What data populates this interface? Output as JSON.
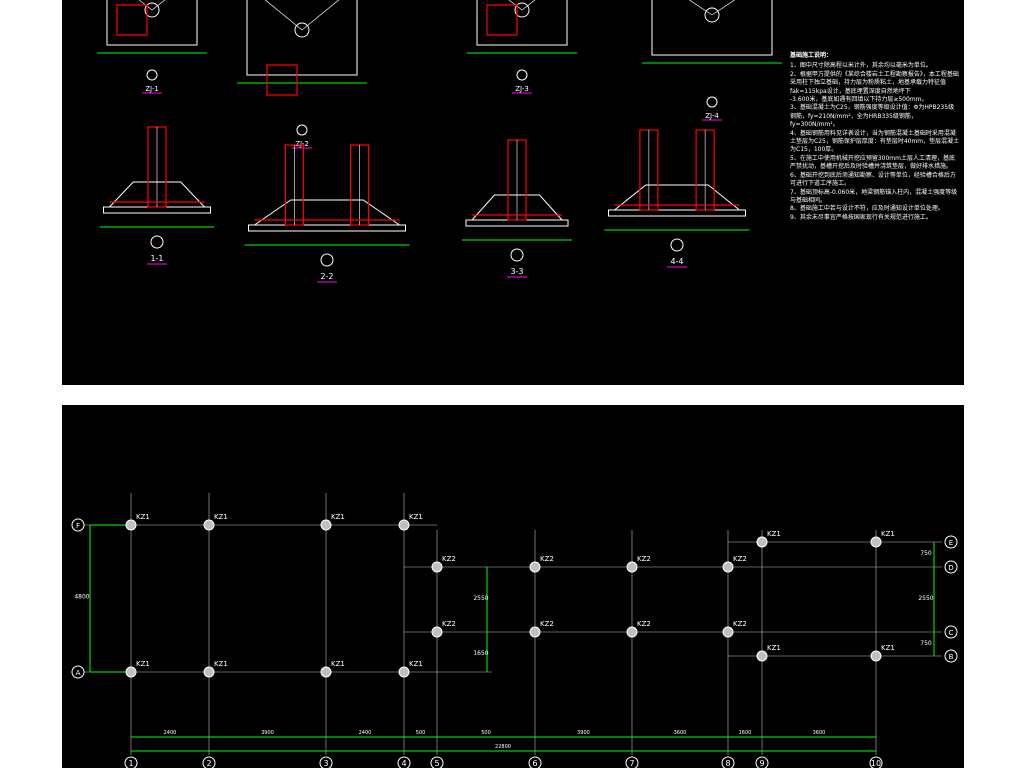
{
  "colors": {
    "background": "#000000",
    "grid_axis": "#00ff00",
    "column": "#c0c0c0",
    "footing": "#ffffff",
    "rebar": "#ff0000",
    "label_underline": "#ff00ff"
  },
  "top_panel": {
    "footing_labels": [
      "ZJ-1",
      "ZJ-2",
      "ZJ-3",
      "ZJ-4"
    ],
    "section_labels": [
      "1-1",
      "2-2",
      "3-3",
      "4-4"
    ],
    "notes_title": "基础施工说明：",
    "notes": [
      "1、图中尺寸除高程以米计外，其余均以毫米为单位。",
      "2、根据甲方提供的《某综合楼岩土工程勘察报告》，本工程基础采用柱下独立基础，持力层为粉质粘土，地基承载力特征值fak=115kpa设计，基底埋置深度自然地坪下",
      "-3.600米，基底如遇有回填以下持力层≥500mm。",
      "3、基础混凝土为C25，钢筋强度等级设计值：Φ为HPB235级钢筋，fy=210N/mm²，全为HRB335级钢筋，fy=300N/mm²。",
      "4、基础钢筋用料见详表设计，当为钢筋混凝土基础时采用混凝土垫层为C25，钢筋保护层厚度：有垫层时40mm，垫层混凝土为C15，100厚。",
      "5、在施工中使用机械开挖应预留300mm土层人工清理，基底严禁扰动，基槽开挖后及时验槽并浇筑垫层，做好排水措施。",
      "6、基础开挖到底后须通知勘察、设计等单位，经验槽合格后方可进行下道工序施工。",
      "7、基础顶标高-0.060米，地梁钢筋锚入柱内，混凝土强度等级与基础相同。",
      "8、基础施工中若与设计不符，应及时通知设计单位处理。",
      "9、其余未尽事宜严格按国家现行有关规范进行施工。"
    ]
  },
  "bottom_panel": {
    "row_axes_left": [
      "F",
      "A"
    ],
    "row_axes_right": [
      "E",
      "D",
      "C",
      "B"
    ],
    "col_axes": [
      "1",
      "2",
      "3",
      "4",
      "5",
      "6",
      "7",
      "8",
      "9",
      "10"
    ],
    "column_labels": {
      "kz1": "KZ1",
      "kz2": "KZ2"
    },
    "dims_bottom": [
      "2400",
      "3900",
      "2400",
      "500",
      "500",
      "3900",
      "3600",
      "1600",
      "3600"
    ],
    "dim_total": "22800",
    "dims_left": [
      "4800"
    ],
    "dims_mid": [
      "2550",
      "1650"
    ],
    "dims_right": [
      "750",
      "2550",
      "750"
    ]
  }
}
